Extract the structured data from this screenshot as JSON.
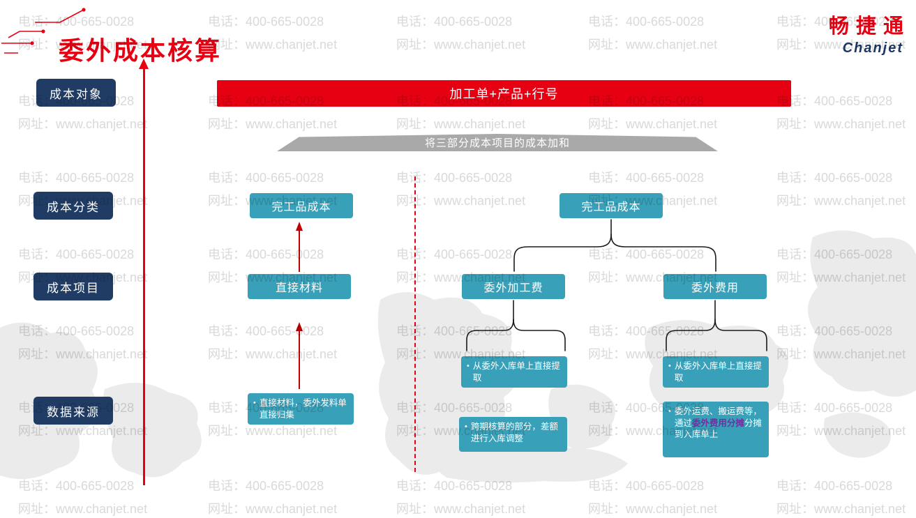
{
  "page": {
    "title": "委外成本核算",
    "logo": {
      "cn": "畅捷通",
      "en": "Chanjet"
    }
  },
  "watermark": {
    "line1": "电话：400-665-0028",
    "line2": "网址：www.chanjet.net"
  },
  "row_labels": [
    {
      "label": "成本对象"
    },
    {
      "label": "成本分类"
    },
    {
      "label": "成本项目"
    },
    {
      "label": "数据来源"
    }
  ],
  "banner": {
    "text": "加工单+产品+行号"
  },
  "ribbon": {
    "text": "将三部分成本项目的成本加和"
  },
  "nodes": {
    "finished_left": "完工品成本",
    "finished_right": "完工品成本",
    "direct_material": "直接材料",
    "outsourcing_fee": "委外加工费",
    "outsourcing_expense": "委外费用"
  },
  "sources": {
    "material": "直接材料，委外发料单直接归集",
    "fee_extract": "从委外入库单上直接提取",
    "fee_adjust": "跨期核算的部分，差额进行入库调整",
    "expense_extract": "从委外入库单上直接提取",
    "expense_alloc": {
      "before": "委外运费、搬运费等，通过",
      "highlight": "委外费用分摊",
      "after": "分摊到入库单上"
    }
  },
  "colors": {
    "red": "#e60012",
    "arrow-red": "#c00000",
    "navy": "#203c64",
    "teal": "#38a0b8",
    "gray": "#a9a9a9",
    "purple": "#7030a0",
    "wm": "#d9d9d9"
  }
}
